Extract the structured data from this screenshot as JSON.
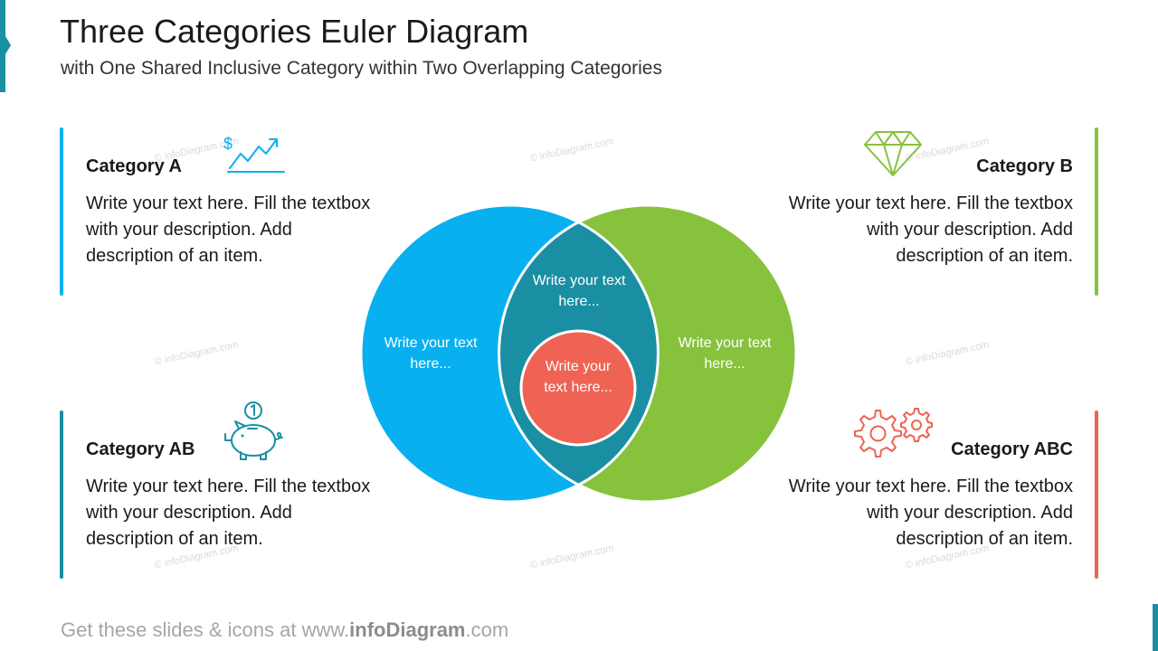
{
  "title": "Three Categories Euler Diagram",
  "subtitle": "with One Shared Inclusive Category within Two Overlapping Categories",
  "footer": {
    "prefix": "Get these slides & icons at www.",
    "brand": "infoDiagram",
    "suffix": ".com"
  },
  "watermark": "© infoDiagram.com",
  "colors": {
    "category_a": "#08b0f0",
    "category_b": "#86c23c",
    "category_ab": "#1a8fa3",
    "category_abc": "#ee6354"
  },
  "categories": {
    "a": {
      "name": "Category A",
      "icon": "chart-growth-dollar-icon",
      "description": "Write your text here. Fill the textbox with your description. Add description of an item."
    },
    "b": {
      "name": "Category B",
      "icon": "diamond-icon",
      "description": "Write your text here. Fill the textbox with your description. Add description of an item."
    },
    "ab": {
      "name": "Category AB",
      "icon": "piggy-bank-icon",
      "description": "Write your text here. Fill the textbox with your description. Add description of an item."
    },
    "abc": {
      "name": "Category ABC",
      "icon": "gears-icon",
      "description": "Write your text here. Fill the textbox with your description. Add description of an item."
    }
  },
  "diagram": {
    "circle_a_text": "Write your text here...",
    "circle_b_text": "Write your text here...",
    "overlap_text": "Write your text here...",
    "inner_text": "Write your text here..."
  }
}
